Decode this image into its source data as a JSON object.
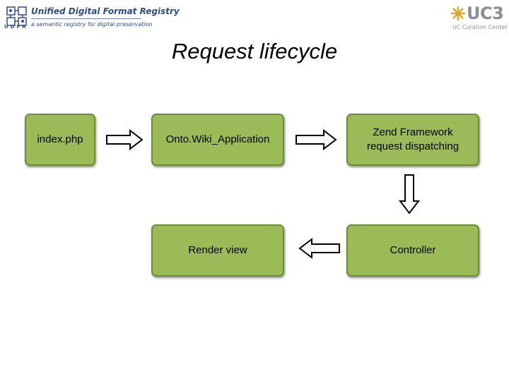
{
  "header": {
    "logo_abbr": "UDFR",
    "title": "Unified Digital Format Registry",
    "subtitle": "a semantic registry for digital preservation",
    "org_logo_text": "UC3",
    "org_subtitle": "UC Curation Center"
  },
  "slide": {
    "title": "Request lifecycle"
  },
  "diagram": {
    "nodes": [
      {
        "id": "index",
        "label": "index.php"
      },
      {
        "id": "onto",
        "label": "Onto.Wiki_Application"
      },
      {
        "id": "zend",
        "label": "Zend Framework\nrequest dispatching"
      },
      {
        "id": "render",
        "label": "Render view"
      },
      {
        "id": "controller",
        "label": "Controller"
      }
    ],
    "edges": [
      {
        "from": "index",
        "to": "onto",
        "direction": "right"
      },
      {
        "from": "onto",
        "to": "zend",
        "direction": "right"
      },
      {
        "from": "zend",
        "to": "controller",
        "direction": "down"
      },
      {
        "from": "controller",
        "to": "render",
        "direction": "left"
      }
    ],
    "colors": {
      "node_fill": "#9bbb59",
      "node_border": "#6d8c3a",
      "arrow_fill": "#ffffff",
      "arrow_stroke": "#000000"
    }
  }
}
